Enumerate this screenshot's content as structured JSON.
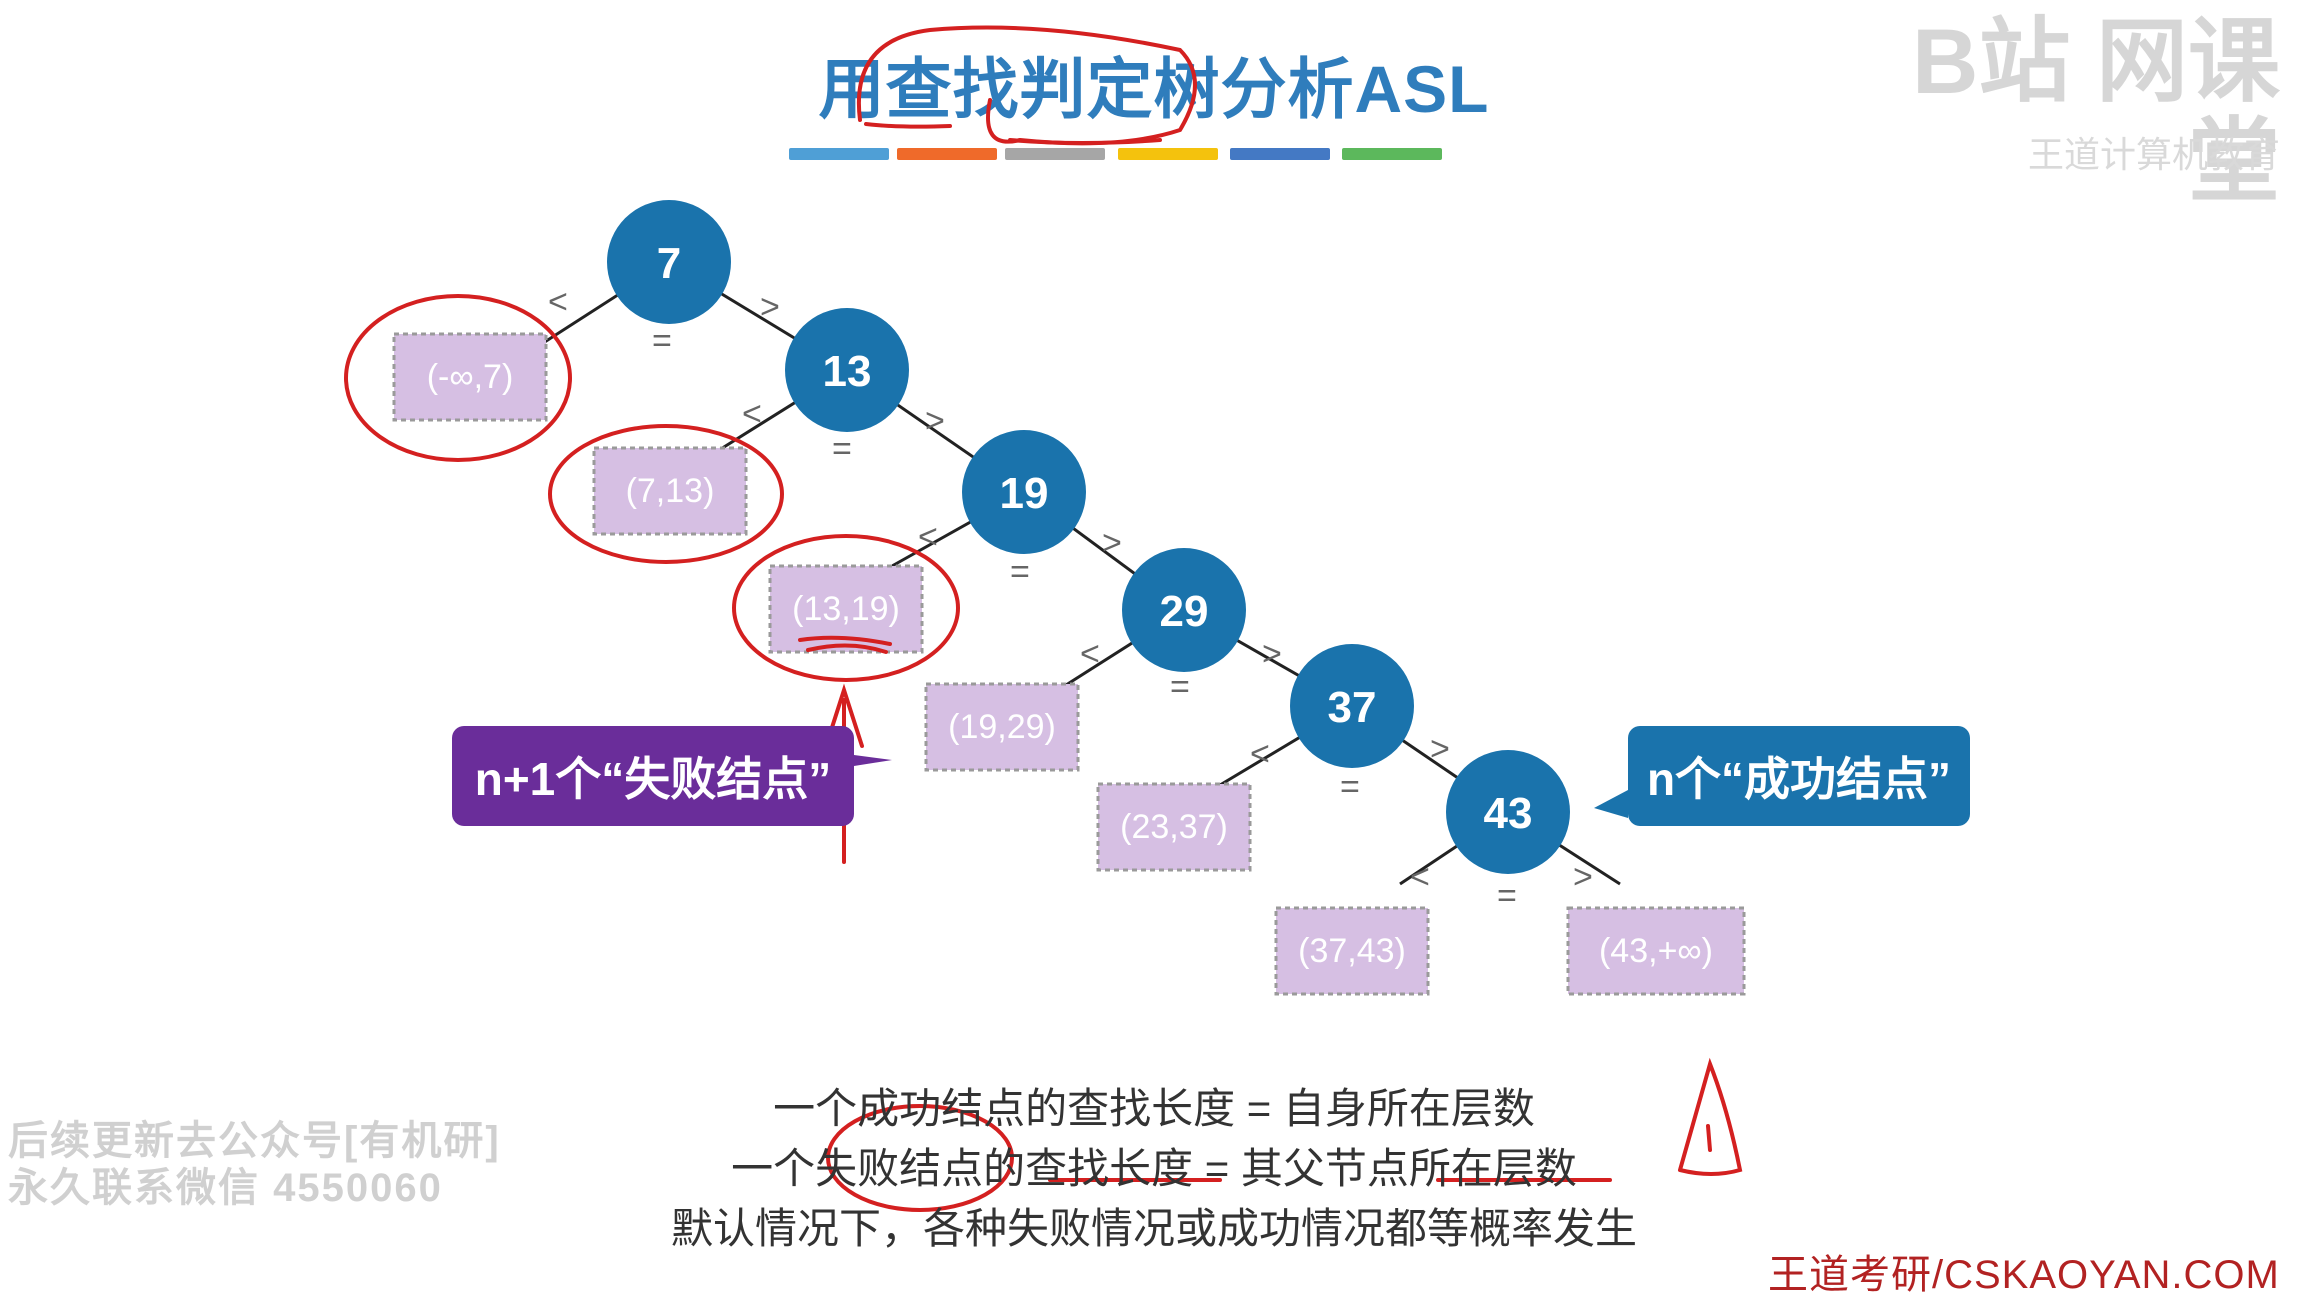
{
  "title": "用查找判定树分析ASL",
  "title_bar_colors": [
    "#4f9fd6",
    "#ef6a2a",
    "#a6a6a6",
    "#f4c20d",
    "#4479c4",
    "#5cb85c"
  ],
  "watermark": {
    "logo": "B站 网课堂",
    "sub": "王道计算机教育"
  },
  "left_watermark": {
    "line1": "后续更新去公众号[有机研]",
    "line2": "永久联系微信 4550060"
  },
  "tree": {
    "node_color": "#1a73ac",
    "leaf_color": "#d6bfe3",
    "nodes": [
      "7",
      "13",
      "19",
      "29",
      "37",
      "43"
    ],
    "leaves": [
      "(-∞,7)",
      "(7,13)",
      "(13,19)",
      "(19,29)",
      "(23,37)",
      "(37,43)",
      "(43,+∞)"
    ],
    "edge_labels": {
      "left": "<",
      "right": ">",
      "equal": "="
    }
  },
  "callouts": {
    "failure": "n+1个“失败结点”",
    "success": "n个“成功结点”"
  },
  "text_lines": [
    "一个成功结点的查找长度 = 自身所在层数",
    "一个失败结点的查找长度 = 其父节点所在层数",
    "默认情况下，各种失败情况或成功情况都等概率发生"
  ],
  "annotation_color": "#d42020",
  "footer_url": "王道考研/CSKAOYAN.COM"
}
